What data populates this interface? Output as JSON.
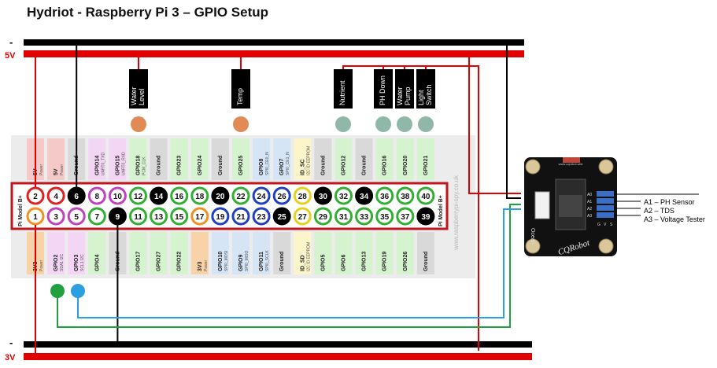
{
  "title": "Hydriot - Raspberry Pi 3 – GPIO Setup",
  "rails": {
    "top_gnd": "-",
    "top_5v": "5V",
    "bottom_gnd": "-",
    "bottom_3v": "3V"
  },
  "board_tag": "Pi Model B+",
  "watermark": "www.raspberrypi-spy.co.uk",
  "top_headers": [
    {
      "name": "5V",
      "sub": "Power",
      "color": "#f6c9c9"
    },
    {
      "name": "5V",
      "sub": "Power",
      "color": "#f6c9c9"
    },
    {
      "name": "Ground",
      "sub": "",
      "color": "#d9d9d9"
    },
    {
      "name": "GPIO14",
      "sub": "UART0_TXD",
      "color": "#f3d6f3"
    },
    {
      "name": "GPIO15",
      "sub": "UART0_RXD",
      "color": "#f3d6f3"
    },
    {
      "name": "GPIO18",
      "sub": "PCM_CLK",
      "color": "#d6f3cf"
    },
    {
      "name": "Ground",
      "sub": "",
      "color": "#d9d9d9"
    },
    {
      "name": "GPIO23",
      "sub": "",
      "color": "#d6f3cf"
    },
    {
      "name": "GPIO24",
      "sub": "",
      "color": "#d6f3cf"
    },
    {
      "name": "Ground",
      "sub": "",
      "color": "#d9d9d9"
    },
    {
      "name": "GPIO25",
      "sub": "",
      "color": "#d6f3cf"
    },
    {
      "name": "GPIO8",
      "sub": "SPI0_CE0_N",
      "color": "#d6e5f6"
    },
    {
      "name": "GPIO7",
      "sub": "SPI0_CE1_N",
      "color": "#d6e5f6"
    },
    {
      "name": "ID_SC",
      "sub": "I2C ID EEPROM",
      "color": "#fbf5c9"
    },
    {
      "name": "Ground",
      "sub": "",
      "color": "#d9d9d9"
    },
    {
      "name": "GPIO12",
      "sub": "",
      "color": "#d6f3cf"
    },
    {
      "name": "Ground",
      "sub": "",
      "color": "#d9d9d9"
    },
    {
      "name": "GPIO16",
      "sub": "",
      "color": "#d6f3cf"
    },
    {
      "name": "GPIO20",
      "sub": "",
      "color": "#d6f3cf"
    },
    {
      "name": "GPIO21",
      "sub": "",
      "color": "#d6f3cf"
    }
  ],
  "bottom_headers": [
    {
      "name": "3V3",
      "sub": "Power",
      "color": "#f8d3a8"
    },
    {
      "name": "GPIO2",
      "sub": "SDA1 I2C",
      "color": "#f3d6f3"
    },
    {
      "name": "GPIO3",
      "sub": "SCL1 I2C",
      "color": "#f3d6f3"
    },
    {
      "name": "GPIO4",
      "sub": "",
      "color": "#d6f3cf"
    },
    {
      "name": "Ground",
      "sub": "",
      "color": "#d9d9d9"
    },
    {
      "name": "GPIO17",
      "sub": "",
      "color": "#d6f3cf"
    },
    {
      "name": "GPIO27",
      "sub": "",
      "color": "#d6f3cf"
    },
    {
      "name": "GPIO22",
      "sub": "",
      "color": "#d6f3cf"
    },
    {
      "name": "3V3",
      "sub": "Power",
      "color": "#f8d3a8"
    },
    {
      "name": "GPIO10",
      "sub": "SPI0_MOSI",
      "color": "#d6e5f6"
    },
    {
      "name": "GPIO9",
      "sub": "SPI0_MISO",
      "color": "#d6e5f6"
    },
    {
      "name": "GPIO11",
      "sub": "SPI0_SCLK",
      "color": "#d6e5f6"
    },
    {
      "name": "Ground",
      "sub": "",
      "color": "#d9d9d9"
    },
    {
      "name": "ID_SD",
      "sub": "I2C ID EEPROM",
      "color": "#fbf5c9"
    },
    {
      "name": "GPIO5",
      "sub": "",
      "color": "#d6f3cf"
    },
    {
      "name": "GPIO6",
      "sub": "",
      "color": "#d6f3cf"
    },
    {
      "name": "GPIO13",
      "sub": "",
      "color": "#d6f3cf"
    },
    {
      "name": "GPIO19",
      "sub": "",
      "color": "#d6f3cf"
    },
    {
      "name": "GPIO26",
      "sub": "",
      "color": "#d6f3cf"
    },
    {
      "name": "Ground",
      "sub": "",
      "color": "#d9d9d9"
    }
  ],
  "top_pins": [
    {
      "num": "2",
      "ring": "#e02020"
    },
    {
      "num": "4",
      "ring": "#e02020"
    },
    {
      "num": "6",
      "ring": "#000000"
    },
    {
      "num": "8",
      "ring": "#c040c0"
    },
    {
      "num": "10",
      "ring": "#c040c0"
    },
    {
      "num": "12",
      "ring": "#30b030"
    },
    {
      "num": "14",
      "ring": "#000000"
    },
    {
      "num": "16",
      "ring": "#30b030"
    },
    {
      "num": "18",
      "ring": "#30b030"
    },
    {
      "num": "20",
      "ring": "#000000"
    },
    {
      "num": "22",
      "ring": "#30b030"
    },
    {
      "num": "24",
      "ring": "#2040c0"
    },
    {
      "num": "26",
      "ring": "#2040c0"
    },
    {
      "num": "28",
      "ring": "#e8d020"
    },
    {
      "num": "30",
      "ring": "#000000"
    },
    {
      "num": "32",
      "ring": "#30b030"
    },
    {
      "num": "34",
      "ring": "#000000"
    },
    {
      "num": "36",
      "ring": "#30b030"
    },
    {
      "num": "38",
      "ring": "#30b030"
    },
    {
      "num": "40",
      "ring": "#30b030"
    }
  ],
  "bottom_pins": [
    {
      "num": "1",
      "ring": "#f09020"
    },
    {
      "num": "3",
      "ring": "#c040c0"
    },
    {
      "num": "5",
      "ring": "#c040c0"
    },
    {
      "num": "7",
      "ring": "#30b030"
    },
    {
      "num": "9",
      "ring": "#000000"
    },
    {
      "num": "11",
      "ring": "#30b030"
    },
    {
      "num": "13",
      "ring": "#30b030"
    },
    {
      "num": "15",
      "ring": "#30b030"
    },
    {
      "num": "17",
      "ring": "#f09020"
    },
    {
      "num": "19",
      "ring": "#2040c0"
    },
    {
      "num": "21",
      "ring": "#2040c0"
    },
    {
      "num": "23",
      "ring": "#2040c0"
    },
    {
      "num": "25",
      "ring": "#000000"
    },
    {
      "num": "27",
      "ring": "#e8d020"
    },
    {
      "num": "29",
      "ring": "#30b030"
    },
    {
      "num": "31",
      "ring": "#30b030"
    },
    {
      "num": "33",
      "ring": "#30b030"
    },
    {
      "num": "35",
      "ring": "#30b030"
    },
    {
      "num": "37",
      "ring": "#30b030"
    },
    {
      "num": "39",
      "ring": "#000000"
    }
  ],
  "sensor_labels": [
    {
      "lines": [
        "Water",
        "Level"
      ],
      "dot": "#e08a55"
    },
    {
      "lines": [
        "Temp"
      ],
      "dot": "#e08a55"
    },
    {
      "lines": [
        "Nutrient"
      ],
      "dot": "#8fb8a8"
    },
    {
      "lines": [
        "PH Down"
      ],
      "dot": "#8fb8a8"
    },
    {
      "lines": [
        "Water",
        "Pump"
      ],
      "dot": "#8fb8a8"
    },
    {
      "lines": [
        "Light",
        "Switch"
      ],
      "dot": "#8fb8a8"
    }
  ],
  "i2c_dots": {
    "sda": "#20a040",
    "scl": "#2aa0e0"
  },
  "adc_labels": [
    "A1 – PH Sensor",
    "A2 – TDS",
    "A3 – Voltage Tester"
  ],
  "module": {
    "brand": "CQRobot",
    "side": "Ocean",
    "url": "www.cqrobot.wiki",
    "channels": [
      "A0",
      "A1",
      "A2",
      "A3"
    ],
    "pins": [
      "G",
      "V",
      "S"
    ]
  }
}
